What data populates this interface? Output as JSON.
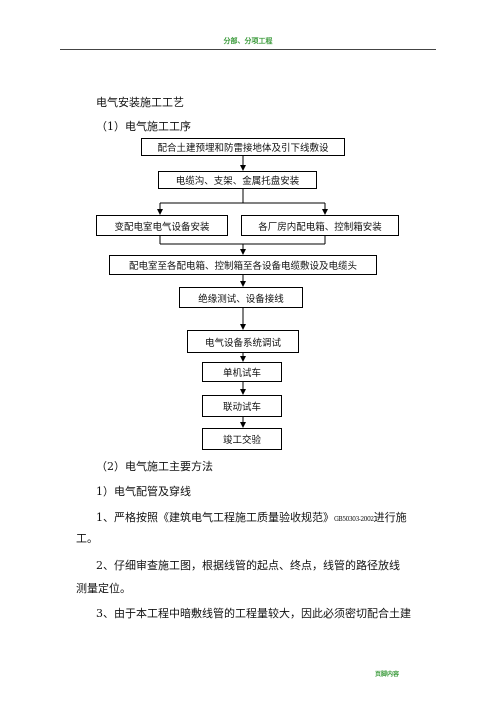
{
  "header": {
    "text": "分部、分项工程"
  },
  "footer": {
    "text": "页脚内容"
  },
  "heading1": "电气安装施工工艺",
  "heading2": "（1）电气施工工序",
  "flowchart": {
    "step1": "配合土建预埋和防雷接地体及引下线敷设",
    "step2": "电缆沟、支架、金属托盘安装",
    "step3a": "变配电室电气设备安装",
    "step3b": "各厂房内配电箱、控制箱安装",
    "step4": "配电室至各配电箱、控制箱至各设备电缆敷设及电缆头",
    "step5": "绝缘测试、设备接线",
    "step6": "电气设备系统调试",
    "step7": "单机试车",
    "step8": "联动试车",
    "step9": "竣工交验"
  },
  "section2": "（2）电气施工主要方法",
  "subsection1": "1）电气配管及穿线",
  "para1": {
    "num": "1、",
    "text": "严格按照《建筑电气工程施工质量验收规范》",
    "code": "GB50303-2002",
    "tail": "进行施",
    "cont": "工。"
  },
  "para2": {
    "num": "2、",
    "text": "仔细审查施工图，根据线管的起点、终点，线管的路径放线",
    "cont": "测量定位。"
  },
  "para3": {
    "num": "3、",
    "text": "由于本工程中暗敷线管的工程量较大，因此必须密切配合土建"
  }
}
